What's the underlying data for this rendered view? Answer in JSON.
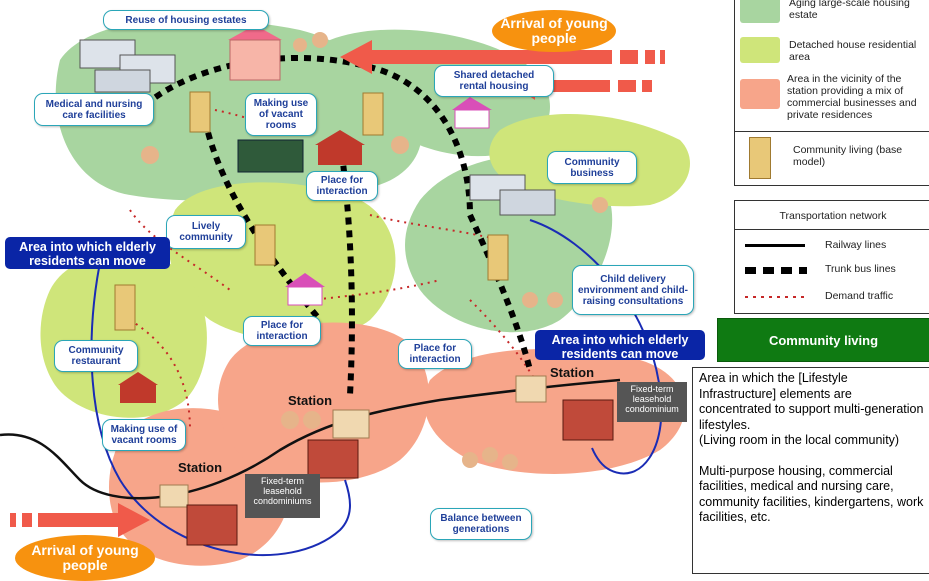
{
  "legend": {
    "aging_estate": "Aging large-scale housing estate",
    "detached_area": "Detached house residential area",
    "station_area": "Area in the vicinity of the station providing a mix of commercial businesses and private residences",
    "community_base": "Community living (base model)",
    "colors": {
      "aging": "#a8d5a0",
      "detached": "#cfe57a",
      "station": "#f7a58a"
    }
  },
  "transport": {
    "title": "Transportation network",
    "railway": "Railway lines",
    "trunk_bus": "Trunk bus lines",
    "demand": "Demand traffic"
  },
  "community_living": {
    "title": "Community living",
    "description_1": "Area in which the [Lifestyle Infrastructure] elements are concentrated to support multi-generation lifestyles.",
    "description_2": "(Living room in the local community)",
    "description_3": "Multi-purpose housing, commercial facilities, medical and nursing care, community facilities, kindergartens, work facilities, etc."
  },
  "callouts": {
    "reuse": "Reuse of housing estates",
    "medical": "Medical and nursing care facilities",
    "vacant_top": "Making use of vacant rooms",
    "place_top": "Place for interaction",
    "shared": "Shared detached rental housing",
    "business": "Community business",
    "lively": "Lively community",
    "child": "Child delivery environment and child-raising consultations",
    "place_mid": "Place for interaction",
    "place_right": "Place for interaction",
    "restaurant": "Community restaurant",
    "vacant_bottom": "Making use of vacant rooms",
    "balance": "Balance between generations"
  },
  "move_labels": {
    "left": "Area into which elderly residents can move",
    "right": "Area into which elderly residents can move"
  },
  "arrival": {
    "top": "Arrival of young people",
    "bottom": "Arrival of young people"
  },
  "stations": {
    "s1": "Station",
    "s2": "Station",
    "s3": "Station"
  },
  "condos": {
    "left": "Fixed-term leasehold condominiums",
    "right": "Fixed-term leasehold condominium"
  }
}
